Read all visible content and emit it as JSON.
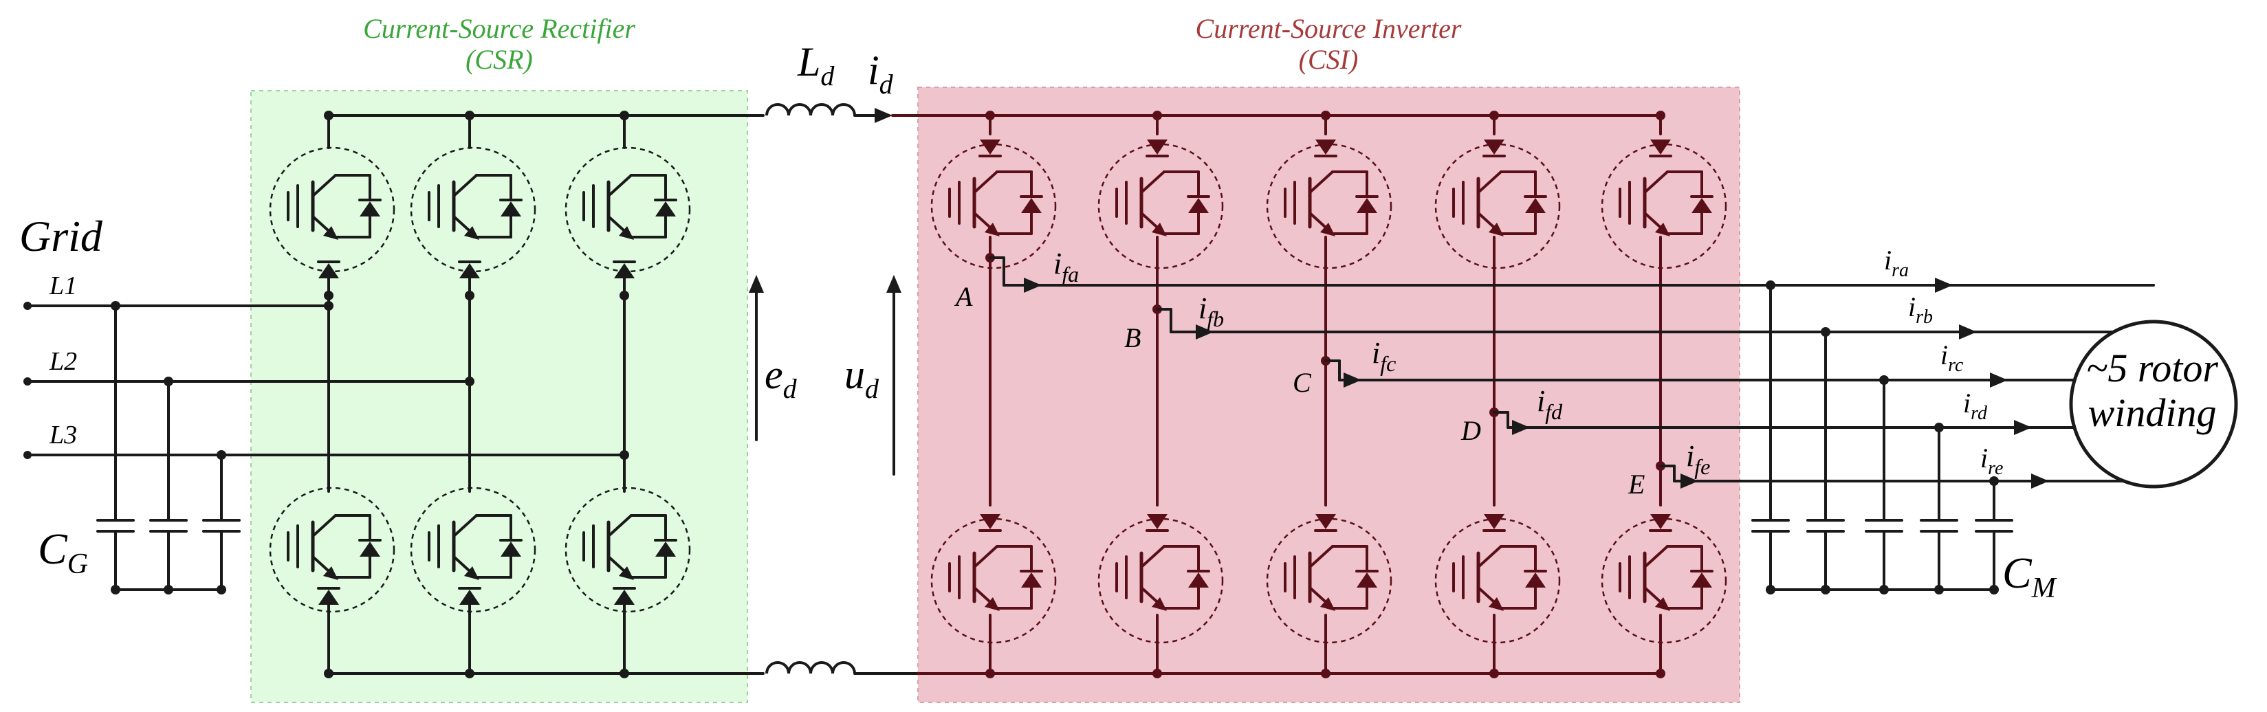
{
  "colors": {
    "wire": "#1a1a1a",
    "csi_wire": "#5a0f18",
    "csr_fill": "#e1fbe1",
    "csr_border": "#9ed49e",
    "csi_fill": "#efc4cc",
    "csi_border": "#d9a0ab",
    "csr_title": "#3aa63a",
    "csi_title": "#a63a3a"
  },
  "csr": {
    "title": "Current-Source Rectifier",
    "subtitle": "(CSR)"
  },
  "csi": {
    "title": "Current-Source Inverter",
    "subtitle": "(CSI)"
  },
  "grid": {
    "title": "Grid",
    "lines": [
      "L1",
      "L2",
      "L3"
    ],
    "capacitor": {
      "main": "C",
      "sub": "G"
    }
  },
  "dc_link": {
    "inductor": {
      "main": "L",
      "sub": "d"
    },
    "current": {
      "main": "i",
      "sub": "d"
    },
    "rectifier_voltage": {
      "main": "e",
      "sub": "d"
    },
    "inverter_voltage": {
      "main": "u",
      "sub": "d"
    }
  },
  "phases": [
    {
      "node": "A",
      "filter_current": {
        "main": "i",
        "sub": "fa"
      },
      "rotor_current": {
        "main": "i",
        "sub": "ra"
      }
    },
    {
      "node": "B",
      "filter_current": {
        "main": "i",
        "sub": "fb"
      },
      "rotor_current": {
        "main": "i",
        "sub": "rb"
      }
    },
    {
      "node": "C",
      "filter_current": {
        "main": "i",
        "sub": "fc"
      },
      "rotor_current": {
        "main": "i",
        "sub": "rc"
      }
    },
    {
      "node": "D",
      "filter_current": {
        "main": "i",
        "sub": "fd"
      },
      "rotor_current": {
        "main": "i",
        "sub": "rd"
      }
    },
    {
      "node": "E",
      "filter_current": {
        "main": "i",
        "sub": "fe"
      },
      "rotor_current": {
        "main": "i",
        "sub": "re"
      }
    }
  ],
  "motor": {
    "line1": "~5 rotor",
    "line2": "winding",
    "capacitor": {
      "main": "C",
      "sub": "M"
    }
  },
  "icons": {
    "switch": "igbt-switch-icon",
    "inverter_switch": "igbt-diode-switch-icon",
    "capacitor": "capacitor-icon",
    "inductor": "inductor-icon",
    "motor": "motor-icon"
  }
}
